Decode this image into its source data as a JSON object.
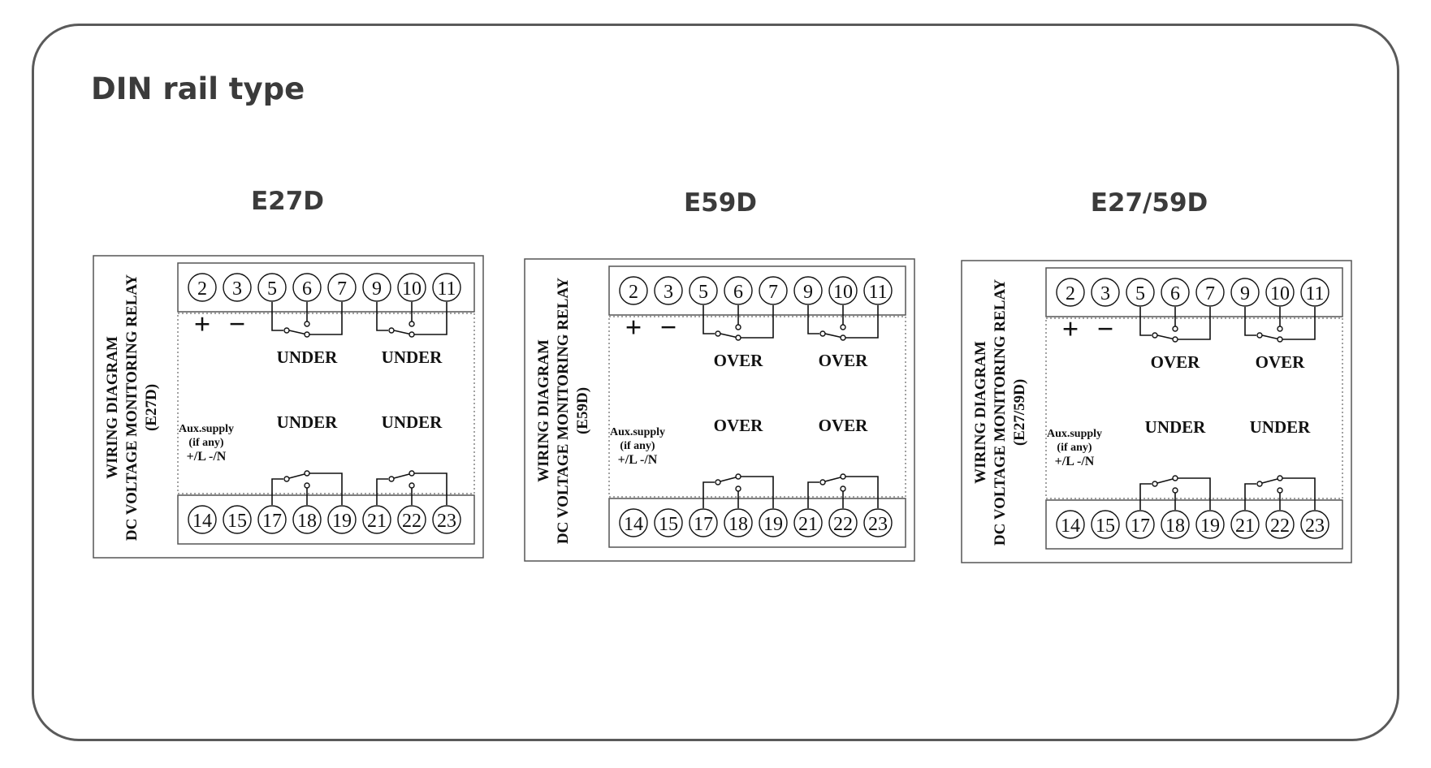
{
  "section_title": "DIN rail type",
  "terminals_top": [
    "2",
    "3",
    "5",
    "6",
    "7",
    "9",
    "10",
    "11"
  ],
  "terminals_bottom": [
    "14",
    "15",
    "17",
    "18",
    "19",
    "21",
    "22",
    "23"
  ],
  "polarity": {
    "plus": "+",
    "minus": "−"
  },
  "side_label": {
    "line1": "WIRING DIAGRAM",
    "line2": "DC VOLTAGE MONITORING RELAY"
  },
  "aux_supply": {
    "line1": "Aux.supply",
    "line2": "(if any)",
    "line3": "+/L  -/N"
  },
  "diagrams": [
    {
      "title": "E27D",
      "model_code": "(E27D)",
      "top_relays": [
        "UNDER",
        "UNDER"
      ],
      "bottom_relays": [
        "UNDER",
        "UNDER"
      ]
    },
    {
      "title": "E59D",
      "model_code": "(E59D)",
      "top_relays": [
        "OVER",
        "OVER"
      ],
      "bottom_relays": [
        "OVER",
        "OVER"
      ]
    },
    {
      "title": "E27/59D",
      "model_code": "(E27/59D)",
      "top_relays": [
        "OVER",
        "OVER"
      ],
      "bottom_relays": [
        "UNDER",
        "UNDER"
      ]
    }
  ],
  "colors": {
    "border": "#5a5a5a",
    "title_text": "#3b3b3b",
    "line": "#111111"
  }
}
